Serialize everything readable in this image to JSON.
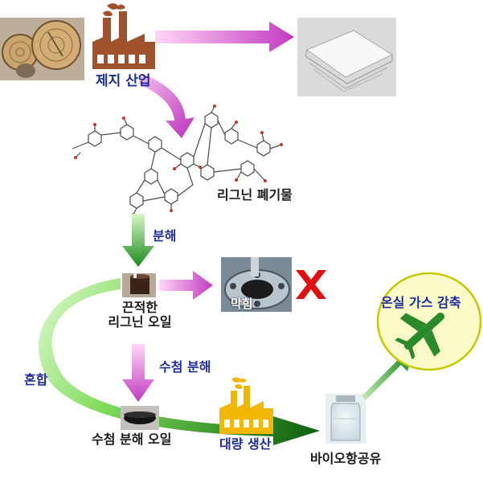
{
  "labels": {
    "paper_industry": "제지 산업",
    "lignin_waste": "리그닌 폐기물",
    "decomposition": "분해",
    "sticky_oil_line1": "끈적한",
    "sticky_oil_line2": "리그닌 오일",
    "clogging": "막힘",
    "hydro_decomposition": "수첨 분해",
    "mixing": "혼합",
    "hydro_oil": "수첨 분해 오일",
    "mass_production": "대량 생산",
    "bio_jet_fuel": "바이오항공유",
    "ghg_reduction": "온실 가스 감축"
  },
  "icons": {
    "factory_top": "factory-icon",
    "factory_bottom": "factory-icon",
    "logs": "wood-logs-photo",
    "paper": "paper-stack-photo",
    "molecule": "lignin-molecule",
    "oil_cup": "oil-beaker-photo",
    "reactor": "reactor-photo",
    "fail": "red-x-icon",
    "oil_dish": "oil-dish-photo",
    "bottle": "fuel-bottle-photo",
    "airplane": "airplane-icon"
  },
  "colors": {
    "magenta": "#cc33cc",
    "green": "#1e8a1e",
    "text_blue": "#1d2c9c",
    "factory_brown": "#a0522d",
    "factory_yellow": "#f2b705",
    "cross_red": "#e01010",
    "ellipse_fill": "#fafac8",
    "ellipse_stroke": "#c8c800"
  }
}
